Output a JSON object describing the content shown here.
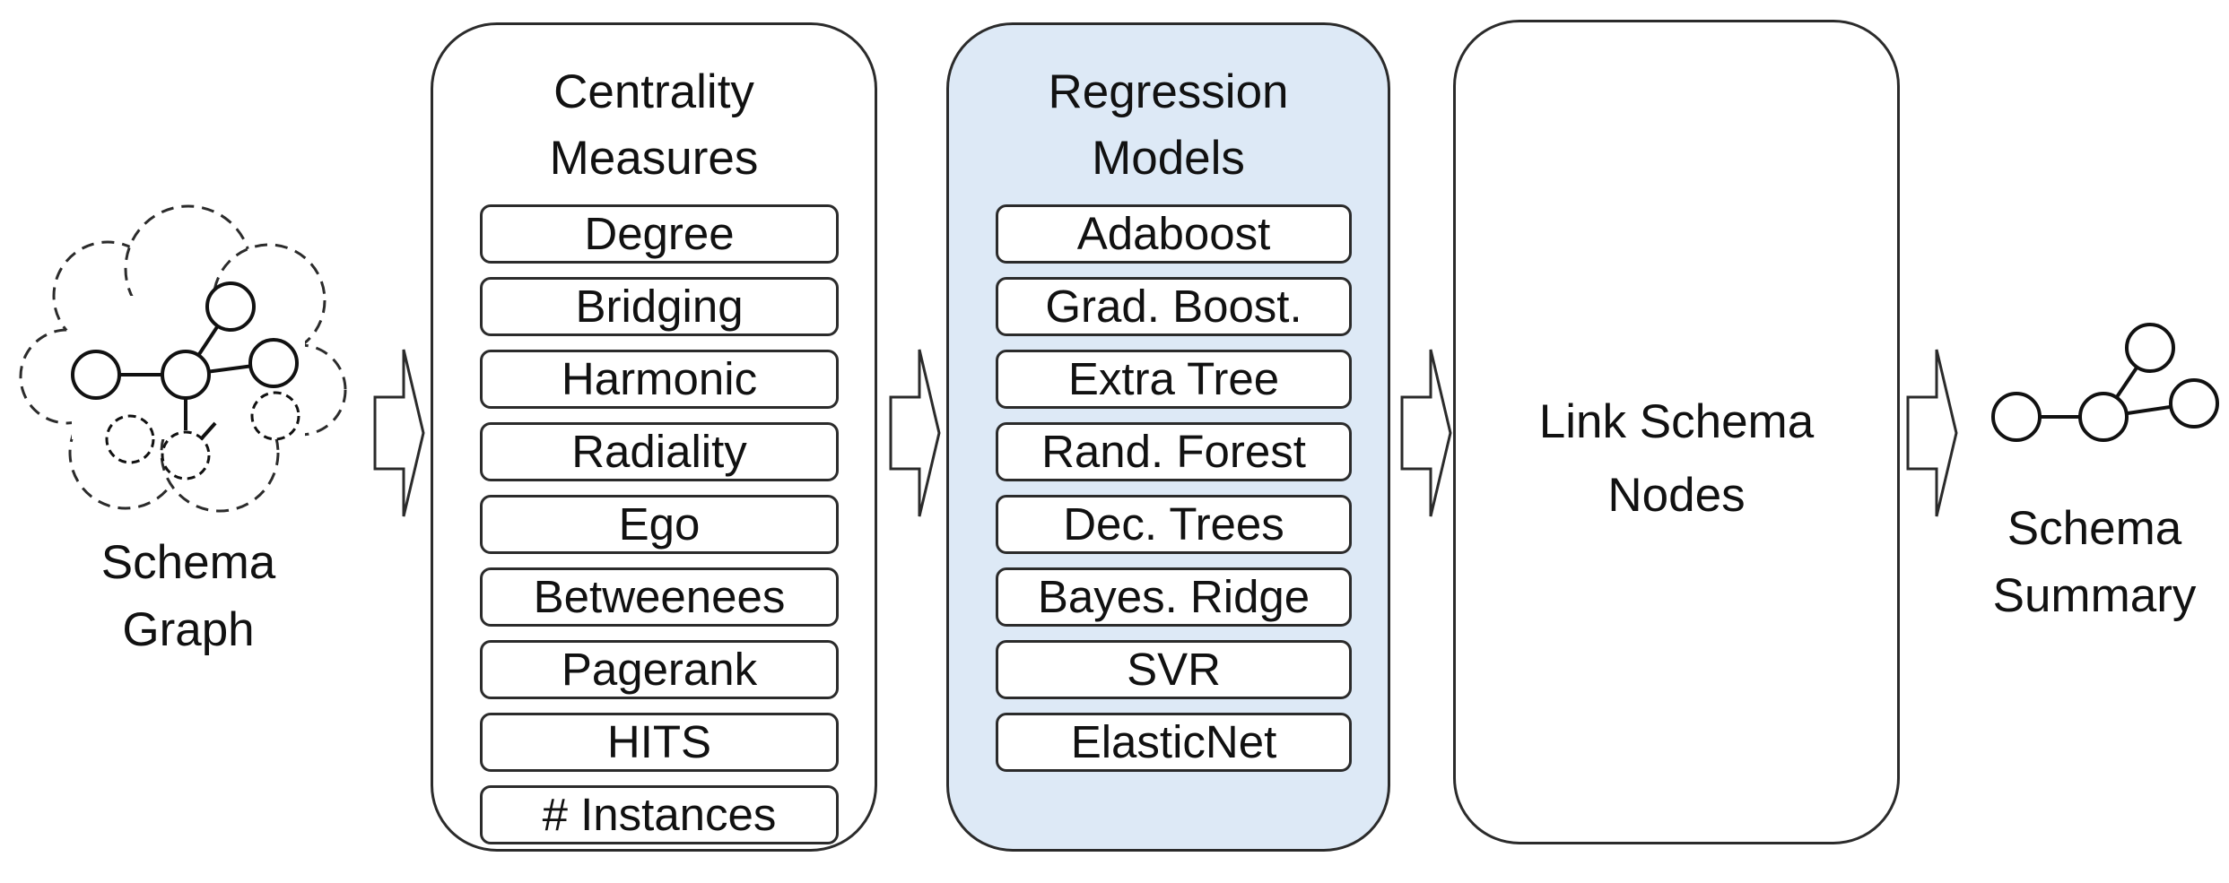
{
  "input_label": "Schema\nGraph",
  "centrality": {
    "title": "Centrality\nMeasures",
    "items": [
      "Degree",
      "Bridging",
      "Harmonic",
      "Radiality",
      "Ego",
      "Betweenees",
      "Pagerank",
      "HITS",
      "# Instances"
    ]
  },
  "regression": {
    "title": "Regression\nModels",
    "items": [
      "Adaboost",
      "Grad. Boost.",
      "Extra Tree",
      "Rand. Forest",
      "Dec. Trees",
      "Bayes. Ridge",
      "SVR",
      "ElasticNet"
    ]
  },
  "link": {
    "title": "Link Schema\nNodes"
  },
  "output_label": "Schema\nSummary",
  "colors": {
    "stroke": "#2b2b2b",
    "shaded_panel": "#dde9f6"
  }
}
